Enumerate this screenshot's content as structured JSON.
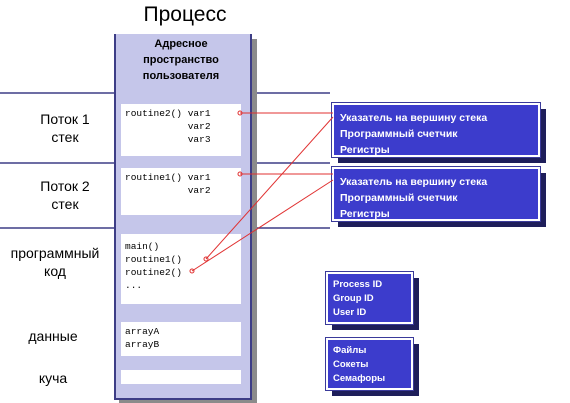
{
  "title": "Процесс",
  "column_header": [
    "Адресное",
    "пространство",
    "пользователя"
  ],
  "sections": {
    "thread1": {
      "label": [
        "Поток 1",
        "стек"
      ],
      "code": "routine2() var1\n           var2\n           var3"
    },
    "thread2": {
      "label": [
        "Поток 2",
        "стек"
      ],
      "code": "routine1() var1\n           var2"
    },
    "program": {
      "label": [
        "программный",
        "код"
      ],
      "code": "main()\nroutine1()\nroutine2()\n..."
    },
    "data": {
      "label": [
        "данные"
      ],
      "code": "arrayA\narrayB"
    },
    "heap": {
      "label": [
        "куча"
      ]
    }
  },
  "thread1_box": [
    "Указатель на вершину стека",
    "Программный счетчик",
    "Регистры"
  ],
  "thread2_box": [
    "Указатель на вершину стека",
    "Программный счетчик",
    "Регистры"
  ],
  "ids_box": [
    "Process ID",
    "Group ID",
    "User ID"
  ],
  "resources_box": [
    "Файлы",
    "Сокеты",
    "Семафоры"
  ],
  "colors": {
    "box_fill": "#3c3ccc",
    "column_fill": "#c5c6ea",
    "arrow": "#e03030",
    "divider": "#3d3d86"
  }
}
